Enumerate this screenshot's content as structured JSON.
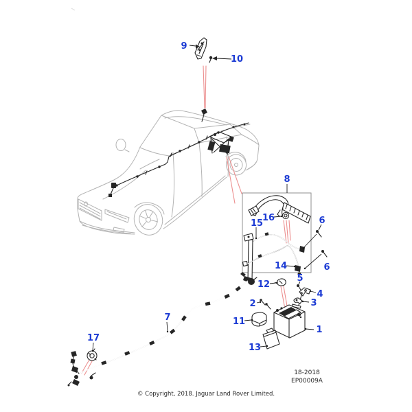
{
  "figure": {
    "sheet_label": "18-2018",
    "figure_code": "EP00009A",
    "copyright": "© Copyright, 2018. Jaguar Land Rover Limited.",
    "callouts": [
      {
        "label": "9"
      },
      {
        "label": "10"
      },
      {
        "label": "8"
      },
      {
        "label": "16"
      },
      {
        "label": "15"
      },
      {
        "label": "6"
      },
      {
        "label": "6"
      },
      {
        "label": "14"
      },
      {
        "label": "5"
      },
      {
        "label": "12"
      },
      {
        "label": "2"
      },
      {
        "label": "11"
      },
      {
        "label": "1"
      },
      {
        "label": "3"
      },
      {
        "label": "4"
      },
      {
        "label": "13"
      },
      {
        "label": "7"
      },
      {
        "label": "17"
      }
    ],
    "colors": {
      "callout_text": "#1c3bd4",
      "leader_line": "#1a1a1a",
      "highlight_leader": "#ec8f8f",
      "vehicle_outline": "#b3b3b3",
      "part_ink": "#262626",
      "detail_box_border": "#8f8f8f"
    }
  }
}
